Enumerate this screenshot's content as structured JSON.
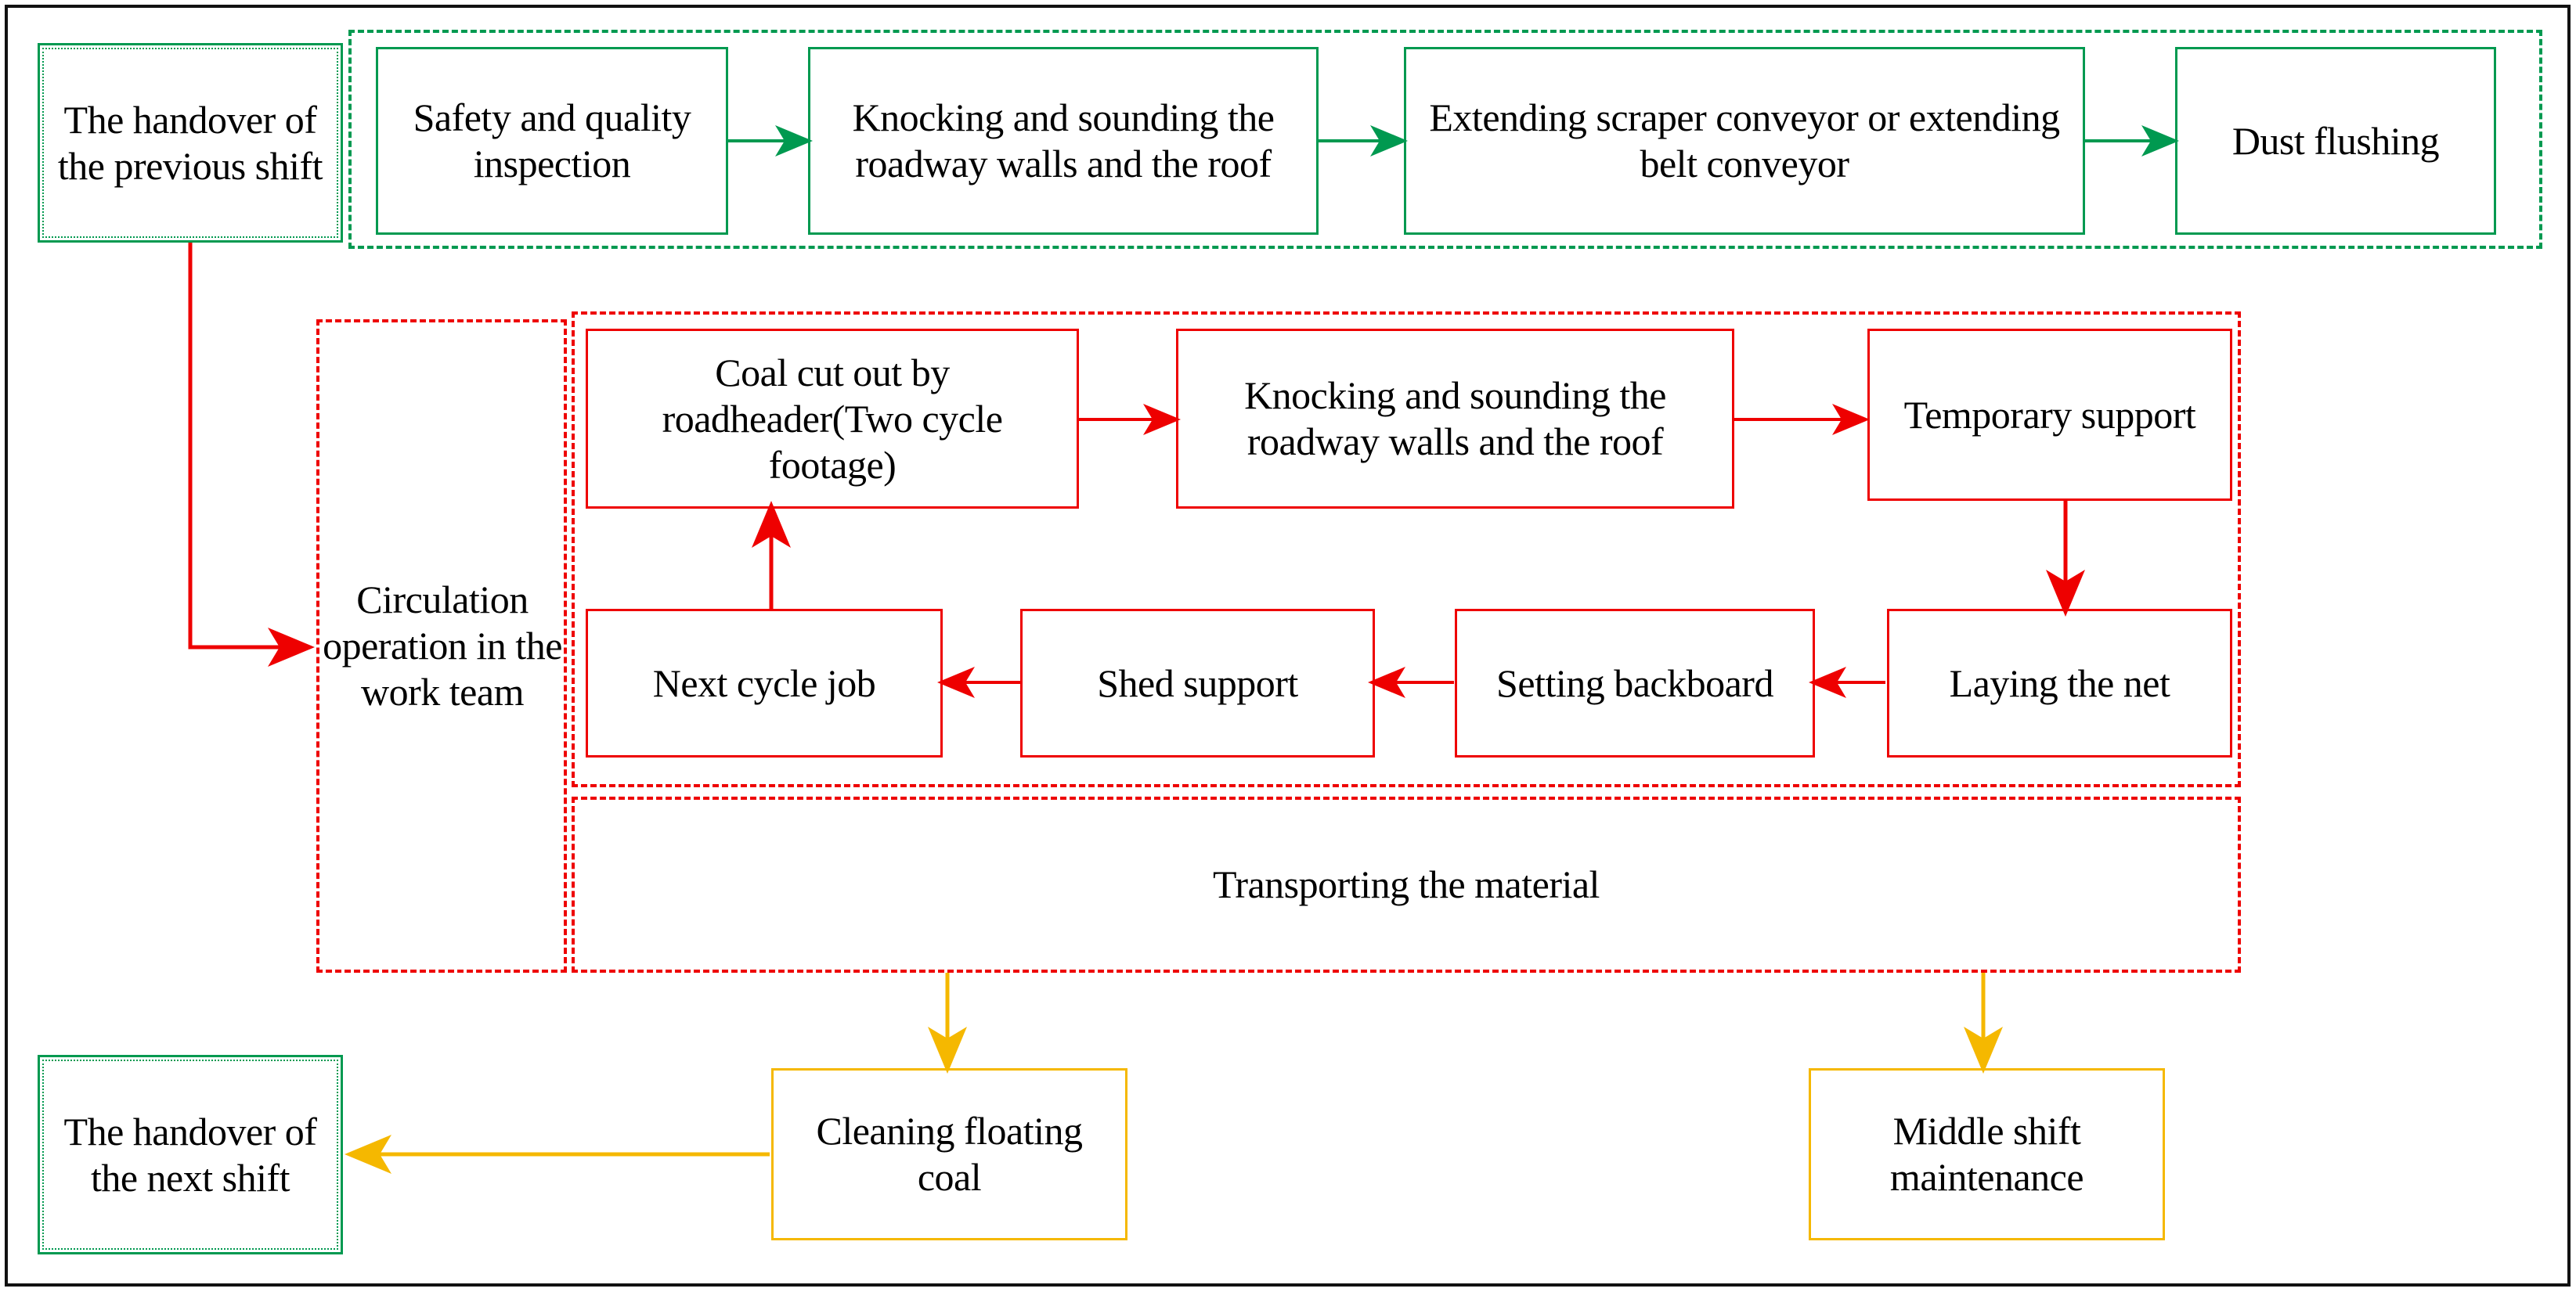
{
  "diagram": {
    "title": "Mining roadway excavation shift work flowchart",
    "colors": {
      "green": "#009950",
      "red": "#ee0000",
      "amber": "#f5b800",
      "frame": "#111111",
      "text": "#000000",
      "background": "#ffffff"
    }
  },
  "nodes": {
    "handover_previous": "The handover of the previous shift",
    "safety_quality": "Safety and quality inspection",
    "knocking_sounding_green": "Knocking and sounding the roadway walls and the roof",
    "extending_conveyor": "Extending scraper conveyor or extending belt conveyor",
    "dust_flushing": "Dust flushing",
    "circulation_operation": "Circulation operation in the work team",
    "coal_cut_out": "Coal cut out by roadheader(Two cycle footage)",
    "knocking_sounding_red": "Knocking and sounding the roadway walls and the roof",
    "temporary_support": "Temporary support",
    "laying_the_net": "Laying the net",
    "setting_backboard": "Setting backboard",
    "shed_support": "Shed support",
    "next_cycle_job": "Next cycle job",
    "transporting_material": "Transporting the material",
    "cleaning_floating_coal": "Cleaning floating coal",
    "middle_shift_maintenance": "Middle shift maintenance",
    "handover_next": "The handover of the next shift"
  },
  "groups": {
    "preparation_phase": "",
    "circulation_phase": "",
    "cycle_loop": "",
    "transport_phase": ""
  },
  "edges": [
    {
      "id": "e-safety-to-knocking",
      "from": "safety_quality",
      "to": "knocking_sounding_green",
      "color": "#009950"
    },
    {
      "id": "e-knocking-to-conveyor",
      "from": "knocking_sounding_green",
      "to": "extending_conveyor",
      "color": "#009950"
    },
    {
      "id": "e-conveyor-to-dust",
      "from": "extending_conveyor",
      "to": "dust_flushing",
      "color": "#009950"
    },
    {
      "id": "e-handover-to-circulation",
      "from": "handover_previous",
      "to": "circulation_operation",
      "color": "#ee0000"
    },
    {
      "id": "e-coal-to-knocking",
      "from": "coal_cut_out",
      "to": "knocking_sounding_red",
      "color": "#ee0000"
    },
    {
      "id": "e-knocking-to-temporary",
      "from": "knocking_sounding_red",
      "to": "temporary_support",
      "color": "#ee0000"
    },
    {
      "id": "e-temporary-to-laying",
      "from": "temporary_support",
      "to": "laying_the_net",
      "color": "#ee0000"
    },
    {
      "id": "e-laying-to-setting",
      "from": "laying_the_net",
      "to": "setting_backboard",
      "color": "#ee0000"
    },
    {
      "id": "e-setting-to-shed",
      "from": "setting_backboard",
      "to": "shed_support",
      "color": "#ee0000"
    },
    {
      "id": "e-shed-to-next",
      "from": "shed_support",
      "to": "next_cycle_job",
      "color": "#ee0000"
    },
    {
      "id": "e-next-to-coal",
      "from": "next_cycle_job",
      "to": "coal_cut_out",
      "color": "#ee0000"
    },
    {
      "id": "e-transport-to-cleaning",
      "from": "transport_phase",
      "to": "cleaning_floating_coal",
      "color": "#f5b800"
    },
    {
      "id": "e-transport-to-maintenance",
      "from": "transport_phase",
      "to": "middle_shift_maintenance",
      "color": "#f5b800"
    },
    {
      "id": "e-cleaning-to-handover-next",
      "from": "cleaning_floating_coal",
      "to": "handover_next",
      "color": "#f5b800"
    }
  ]
}
